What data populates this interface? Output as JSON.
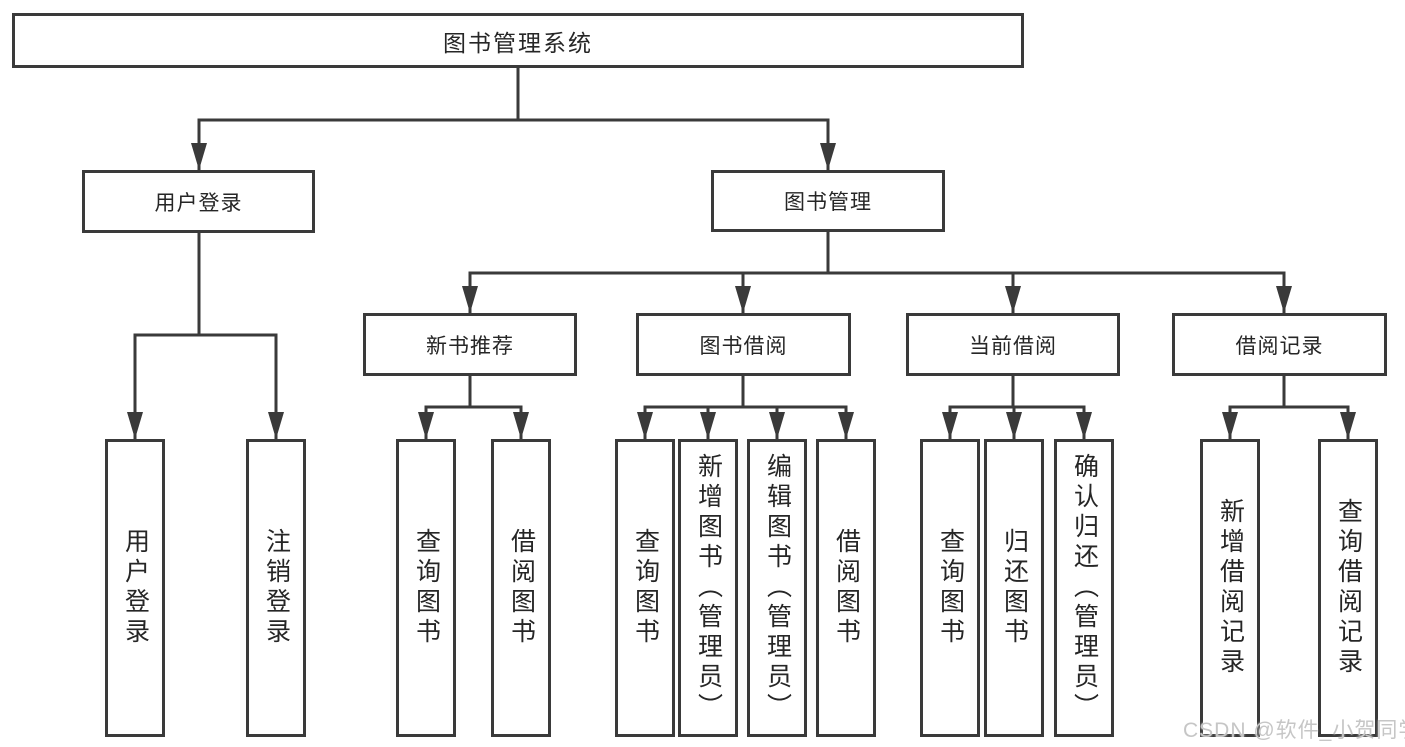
{
  "diagram_title": "图书管理系统",
  "nodes": {
    "root": "图书管理系统",
    "user_login": "用户登录",
    "book_mgmt": "图书管理",
    "new_book_rec": "新书推荐",
    "book_borrow": "图书借阅",
    "current_borrow": "当前借阅",
    "borrow_records": "借阅记录",
    "leaf_user_login": "用户登录",
    "leaf_logout": "注销登录",
    "leaf_rec_query_book": "查询图书",
    "leaf_rec_borrow_book": "借阅图书",
    "leaf_bb_query_book": "查询图书",
    "leaf_bb_add_book": "新增图书（管理员）",
    "leaf_bb_edit_book": "编辑图书（管理员）",
    "leaf_bb_borrow_book": "借阅图书",
    "leaf_cb_query_book": "查询图书",
    "leaf_cb_return_book": "归还图书",
    "leaf_cb_confirm_return": "确认归还（管理员）",
    "leaf_br_add_record": "新增借阅记录",
    "leaf_br_query_record": "查询借阅记录"
  },
  "watermark": "CSDN @软件_小贺同学",
  "colors": {
    "line": "#3a3a3a",
    "background": "#ffffff",
    "text": "#262626",
    "watermark": "#c6c6c6"
  }
}
